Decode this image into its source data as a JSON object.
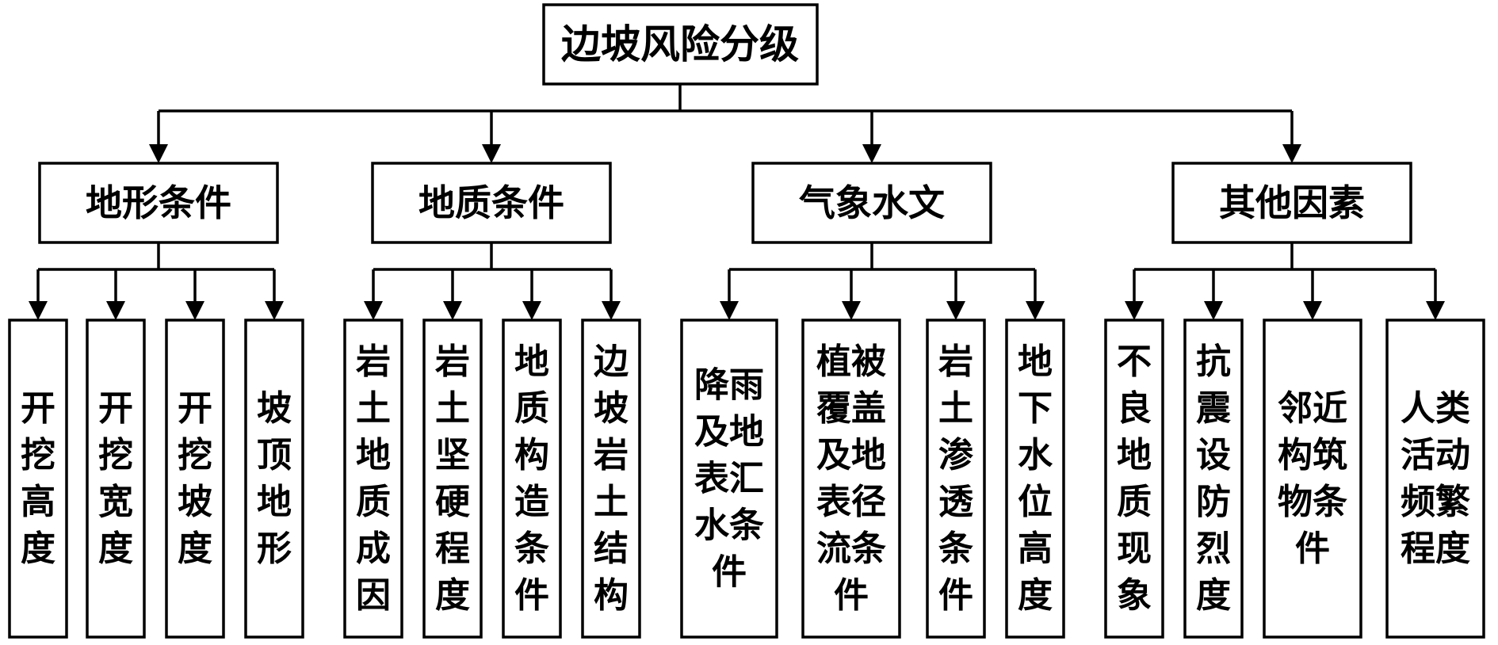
{
  "title": "边坡风险分级",
  "categories": [
    {
      "label": "地形条件",
      "children": [
        {
          "lines": [
            "开",
            "挖",
            "高",
            "度"
          ]
        },
        {
          "lines": [
            "开",
            "挖",
            "宽",
            "度"
          ]
        },
        {
          "lines": [
            "开",
            "挖",
            "坡",
            "度"
          ]
        },
        {
          "lines": [
            "坡",
            "顶",
            "地",
            "形"
          ]
        }
      ]
    },
    {
      "label": "地质条件",
      "children": [
        {
          "lines": [
            "岩",
            "土",
            "地",
            "质",
            "成",
            "因"
          ]
        },
        {
          "lines": [
            "岩",
            "土",
            "坚",
            "硬",
            "程",
            "度"
          ]
        },
        {
          "lines": [
            "地",
            "质",
            "构",
            "造",
            "条",
            "件"
          ]
        },
        {
          "lines": [
            "边",
            "坡",
            "岩",
            "土",
            "结",
            "构"
          ]
        }
      ]
    },
    {
      "label": "气象水文",
      "children": [
        {
          "lines": [
            "降雨",
            "及地",
            "表汇",
            "水条",
            "件"
          ]
        },
        {
          "lines": [
            "植被",
            "覆盖",
            "及地",
            "表径",
            "流条",
            "件"
          ]
        },
        {
          "lines": [
            "岩",
            "土",
            "渗",
            "透",
            "条",
            "件"
          ]
        },
        {
          "lines": [
            "地",
            "下",
            "水",
            "位",
            "高",
            "度"
          ]
        }
      ]
    },
    {
      "label": "其他因素",
      "children": [
        {
          "lines": [
            "不",
            "良",
            "地",
            "质",
            "现",
            "象"
          ]
        },
        {
          "lines": [
            "抗",
            "震",
            "设",
            "防",
            "烈",
            "度"
          ]
        },
        {
          "lines": [
            "邻近",
            "构筑",
            "物条",
            "件"
          ]
        },
        {
          "lines": [
            "人类",
            "活动",
            "频繁",
            "程度"
          ]
        }
      ]
    }
  ]
}
